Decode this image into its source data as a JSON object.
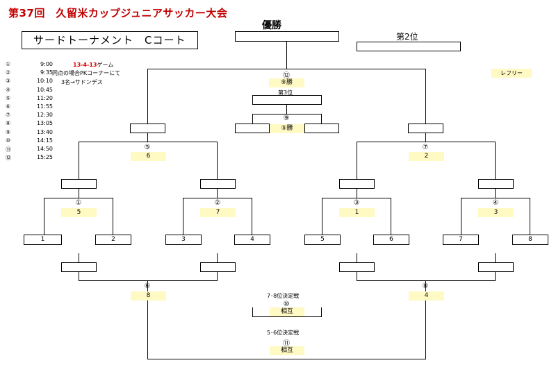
{
  "title": "第37回　久留米カップジュニアサッカー大会",
  "subtitle": "サードトーナメント　Cコート",
  "champion_label": "優勝",
  "second_label": "第2位",
  "third_label": "第3位",
  "referee_label": "レフリー",
  "schedule": [
    {
      "no": "①",
      "time": "9:00"
    },
    {
      "no": "②",
      "time": "9:35"
    },
    {
      "no": "③",
      "time": "10:10"
    },
    {
      "no": "④",
      "time": "10:45"
    },
    {
      "no": "⑤",
      "time": "11:20"
    },
    {
      "no": "⑥",
      "time": "11:55"
    },
    {
      "no": "⑦",
      "time": "12:30"
    },
    {
      "no": "⑧",
      "time": "13:05"
    },
    {
      "no": "⑨",
      "time": "13:40"
    },
    {
      "no": "⑩",
      "time": "14:15"
    },
    {
      "no": "⑪",
      "time": "14:50"
    },
    {
      "no": "⑫",
      "time": "15:25"
    }
  ],
  "notes": {
    "format_red": "13-4-13",
    "format_suffix": "ゲーム",
    "line2": "同点の場合PKコーナーにて",
    "line3": "3名→サドンデス"
  },
  "teams": [
    "1",
    "2",
    "3",
    "4",
    "5",
    "6",
    "7",
    "8"
  ],
  "round1": [
    {
      "match": "①",
      "referee": "5"
    },
    {
      "match": "②",
      "referee": "7"
    },
    {
      "match": "③",
      "referee": "1"
    },
    {
      "match": "④",
      "referee": "3"
    }
  ],
  "semis": [
    {
      "match": "⑤",
      "referee": "6"
    },
    {
      "match": "⑦",
      "referee": "2"
    }
  ],
  "losers": [
    {
      "match": "⑥",
      "referee": "8"
    },
    {
      "match": "⑧",
      "referee": "4"
    }
  ],
  "final": {
    "match": "⑫",
    "referee": "⑨勝"
  },
  "third_place": {
    "match": "⑨",
    "referee": "⑤勝"
  },
  "place78": {
    "label": "7･8位決定戦",
    "match": "⑩",
    "referee": "相互"
  },
  "place56": {
    "label": "5･6位決定戦",
    "match": "⑪",
    "referee": "相互"
  }
}
